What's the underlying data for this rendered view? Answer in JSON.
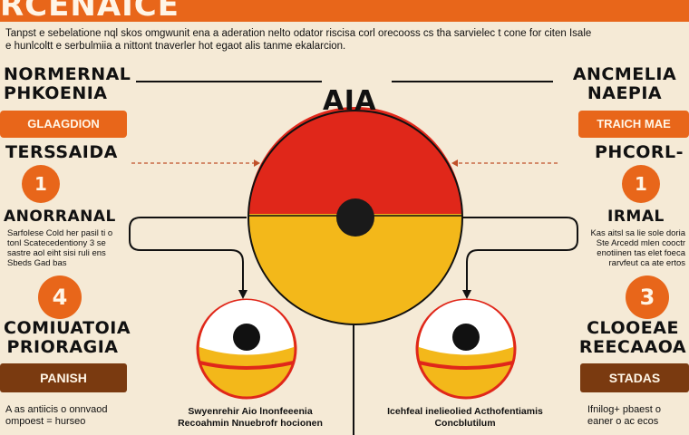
{
  "header": {
    "title": "RCENAICE",
    "intro_line1": "Tanpst e sebelatione nql skos omgwunit ena a aderation nelto odator riscisa corl orecooss cs tha sarvielec t cone for citen Isale",
    "intro_line2": "e hunlcoltt e serbulmiia a nittont  tnaverler hot egaot alis tanme ekalarcion."
  },
  "center": {
    "label": "AIA"
  },
  "left": {
    "title": "NORMERNAL PHKOENIA",
    "pill": "GLAAGDION",
    "subtitle": "TERSSAIDA",
    "num1": "1",
    "section1_title": "ANORRANAL",
    "section1_text": "Sarfolese Cold her pasil ti o tonl Scatecedentiony 3 se sastre aol eiht sisi ruli ens Sbeds Gad bas",
    "num2": "4",
    "section2_title": "COMIUATOIA PRIORAGIA",
    "bar": "PANISH",
    "footer": "A as antiicis o onnvaod ompoest = hurseo"
  },
  "right": {
    "title": "ANCMELIA NAEPIA",
    "pill": "TRAICH MAE",
    "subtitle": "PHCORL-",
    "num1": "1",
    "section1_title": "IRMAL",
    "section1_text": "Kas aitsl sa lie sole doria Ste Arcedd mlen cooctr enotiinen tas elet foeca rarvfeut ca ate ertos",
    "num2": "3",
    "section2_title": "CLOOEAE REECAAOA",
    "bar": "STADAS",
    "footer": "Ifnilog+ pbaest o eaner  o ac ecos"
  },
  "captions": {
    "left": "Swyenrehir Aio lnonfeeenia Recoahmin Nnuebrofr hocionen",
    "right": "Icehfeal inelieolied Acthofentiamis Concblutilum"
  },
  "colors": {
    "orange": "#e8661a",
    "red": "#e0271a",
    "yellow": "#f3b81a",
    "brown": "#7a3a10",
    "background": "#f5ead6"
  }
}
